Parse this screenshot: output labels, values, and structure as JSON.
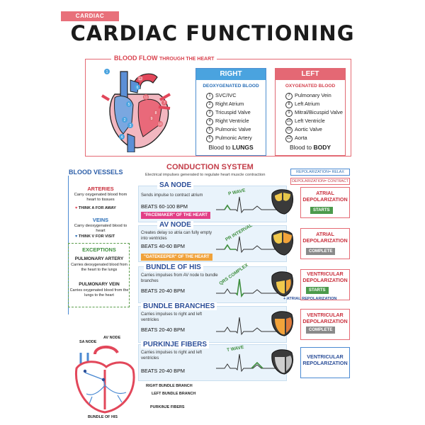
{
  "header": {
    "tag": "CARDIAC",
    "title": "CARDIAC FUNCTIONING"
  },
  "blood_flow": {
    "title": "BLOOD FLOW",
    "title_small": "THROUGH THE HEART",
    "right": {
      "label": "RIGHT",
      "subtitle": "DEOXYGENATED BLOOD",
      "steps": [
        "SVC/IVC",
        "Right Atrium",
        "Tricuspid Valve",
        "Right Ventricle",
        "Pulmonic Valve",
        "Pulmonic Artery"
      ],
      "footer_pre": "Blood to ",
      "footer_bold": "LUNGS"
    },
    "left": {
      "label": "LEFT",
      "subtitle": "OXYGENATED BLOOD",
      "steps": [
        "Pulmonary Vein",
        "Left Atrium",
        "Mitral/Bicuspid Valve",
        "Left Ventricle",
        "Aortic Valve",
        "Aorta"
      ],
      "footer_pre": "Blood to ",
      "footer_bold": "BODY"
    },
    "heart_numbers": [
      "1",
      "2",
      "3",
      "4",
      "5",
      "6",
      "7",
      "8",
      "9",
      "10",
      "11",
      "12"
    ]
  },
  "blood_vessels": {
    "title": "BLOOD VESSELS",
    "arteries": {
      "title": "ARTERIES",
      "desc": "Carry oxygenated blood from heart to tissues",
      "think": "THINK A FOR AWAY"
    },
    "veins": {
      "title": "VEINS",
      "desc": "Carry deoxygenated blood to heart",
      "think": "THINK V FOR VISIT"
    },
    "exceptions": {
      "title": "EXCEPTIONS",
      "items": [
        {
          "name": "PULMONARY ARTERY",
          "desc": "Carries deoxygenated blood from the heart to the lungs"
        },
        {
          "name": "PULMONARY VEIN",
          "desc": "Carries oxygenated blood from the lungs to the heart"
        }
      ]
    }
  },
  "conduction": {
    "title": "CONDUCTION SYSTEM",
    "subtitle": "Electrical impulses generated to regulate heart muscle contraction",
    "legend_repol": "REPOLARIZATION= RELAX",
    "legend_depol": "DEPOLARIZATION= CONTRACT",
    "sections": [
      {
        "title": "SA NODE",
        "desc": "Sends impulse to contract atrium",
        "beats": "BEATS 60-100 BPM",
        "label": "\"PACEMAKER\" OF THE HEART",
        "wave": "P WAVE",
        "result": "ATRIAL DEPOLARIZATION",
        "status": "STARTS"
      },
      {
        "title": "AV NODE",
        "desc": "Creates delay so atria can fully empty into ventricles",
        "beats": "BEATS 40-60 BPM",
        "label": "\"GATEKEEPER\" OF THE HEART",
        "wave": "PR INTERVAL",
        "result": "ATRIAL DEPOLARIZATION",
        "status": "COMPLETE"
      },
      {
        "title": "BUNDLE OF HIS",
        "desc": "Carries impulses from AV node to bundle branches",
        "beats": "BEATS 20-40 BPM",
        "wave": "QRS COMPLEX",
        "result": "VENTRICULAR DEPOLARIZATION",
        "status": "STARTS",
        "extra": "+ ATRIAL REPOLARIZATION"
      },
      {
        "title": "BUNDLE BRANCHES",
        "desc": "Carries impulses to right and left ventricles",
        "beats": "BEATS 20-40 BPM",
        "result": "VENTRICULAR DEPOLARIZATION",
        "status": "COMPLETE"
      },
      {
        "title": "PURKINJE FIBERS",
        "desc": "Carries impulses to right and left ventricles",
        "beats": "BEATS 20-40 BPM",
        "wave": "T WAVE",
        "result": "VENTRICULAR REPOLARIZATION"
      }
    ]
  },
  "diagram_labels": {
    "sa_node": "SA NODE",
    "av_node": "AV NODE",
    "right_bundle": "RIGHT BUNDLE BRANCH",
    "left_bundle": "LEFT BUNDLE BRANCH",
    "purkinje": "PURKINJE FIBERS",
    "bundle_his": "BUNDLE OF HIS"
  }
}
